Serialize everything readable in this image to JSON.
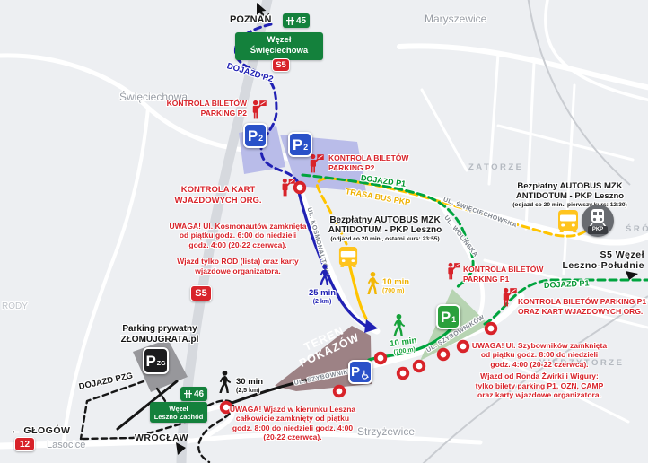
{
  "towns": {
    "poznan": "POZNAŃ",
    "maryszewice": "Maryszewice",
    "swieciechowa": "Święciechowa",
    "strzyzewice": "Strzyżewice",
    "lasocice": "Lasocice",
    "rody": "RODY"
  },
  "districts": {
    "zatorze": "ZATORZE",
    "miedzytorze": "MIĘDZYTORZE",
    "srodmiescie": "ŚRÓDMIEŚCIE"
  },
  "streets": {
    "kosmonautow": "UL. KOSMONAUTÓW",
    "swieciechowska": "UL. ŚWIĘCIECHOWSKA",
    "wolinska": "UL. WOLIŃSKA",
    "szybownikow_sw": "UL. SZYBOWNIKÓW",
    "szybownikow_ne": "UL. SZYBOWNIKÓW"
  },
  "road_signs": {
    "motorway_north": "45",
    "motorway_south": "46",
    "s5_top": "S5",
    "s5_mid": "S5",
    "route12": "12",
    "wezel_swieciechowa": {
      "line1": "Węzeł",
      "line2": "Święciechowa"
    },
    "wezel_leszno_zachod": {
      "line1": "Węzeł",
      "line2": "Leszno Zachód"
    }
  },
  "directions": {
    "glogow_arrow": "←",
    "glogow": "GŁOGÓW",
    "wroclaw": "WROCŁAW",
    "s5_poludnie": {
      "line1": "S5 Węzeł",
      "line2": "Leszno-Południe"
    }
  },
  "route_labels": {
    "dojazd_p2": "DOJAZD P2",
    "dojazd_p1_nw": "DOJAZD P1",
    "dojazd_p1_se": "DOJAZD P1",
    "trasa_bus_pkp": "TRASA BUS PKP",
    "dojazd_pzg": "DOJAZD PZG"
  },
  "checkpoints": {
    "p2_west": {
      "line1": "KONTROLA BILETÓW",
      "line2": "PARKING P2"
    },
    "p2_east": {
      "line1": "KONTROLA BILETÓW",
      "line2": "PARKING P2"
    },
    "kart_org": {
      "line1": "KONTROLA KART",
      "line2": "WJAZDOWYCH ORG."
    },
    "p1_north": {
      "line1": "KONTROLA BILETÓW",
      "line2": "PARKING P1"
    },
    "p1_south": {
      "line1": "KONTROLA BILETÓW PARKING P1",
      "line2": "ORAZ KART WJAZDOWYCH ORG."
    }
  },
  "bus_info_center": {
    "line1": "Bezpłatny AUTOBUS MZK",
    "line2": "ANTIDOTUM - PKP Leszno",
    "note": "(odjazd co 20 min., ostatni kurs: 23:55)"
  },
  "bus_info_station": {
    "line1": "Bezpłatny AUTOBUS MZK",
    "line2": "ANTIDOTUM - PKP Leszno",
    "note": "(odjazd co 20 min., pierwszy kurs: 12:30)"
  },
  "notices": {
    "kosmonautow": {
      "lines": [
        "UWAGA! Ul. Kosmonautów zamknięta",
        "od piątku godz. 6:00 do niedzieli",
        "godz. 4:00 (20-22 czerwca)."
      ],
      "extra": [
        "Wjazd tylko ROD (lista) oraz karty",
        "wjazdowe organizatora."
      ]
    },
    "szybownikow": {
      "lines": [
        "UWAGA! Ul. Szybowników zamknięta",
        "od piątku godz. 8:00 do niedzieli",
        "godz. 4:00 (20-22 czerwca)."
      ],
      "extra": [
        "Wjazd od Ronda Żwirki i Wigury:",
        "tylko bilety parking P1, OZN, CAMP",
        "oraz karty wjazdowe organizatora."
      ]
    },
    "leszno_entry": {
      "lines": [
        "UWAGA! Wjazd w kierunku Leszna",
        "całkowicie zamknięty od piątku",
        "godz. 8:00 do niedzieli godz. 4:00",
        "(20-22 czerwca)."
      ]
    }
  },
  "walks": {
    "p2_blue": {
      "time": "25 min",
      "dist": "(2 km)"
    },
    "bus_yellow": {
      "time": "10 min",
      "dist": "(700 m)"
    },
    "p1_green": {
      "time": "10 min",
      "dist": "(700 m)"
    },
    "pzg_black": {
      "time": "30 min",
      "dist": "(2,5 km)"
    }
  },
  "parkings": {
    "p2_a": {
      "letter": "P",
      "sub": "2"
    },
    "p2_b": {
      "letter": "P",
      "sub": "2"
    },
    "p1": {
      "letter": "P",
      "sub": "1"
    },
    "pzg": {
      "letter": "P",
      "sub": "ZG"
    },
    "disabled": {
      "letter": "P"
    }
  },
  "private_parking": {
    "line1": "Parking prywatny",
    "line2": "ZŁOMUJGRATA.pl"
  },
  "event_area": {
    "line1": "TEREN",
    "line2": "POKAZÓW"
  },
  "station": {
    "label": "PKP"
  },
  "colors": {
    "red": "#d8232a",
    "route_blue": "#2121b4",
    "parking_blue": "#2a51c8",
    "route_green": "#00a43e",
    "sign_green": "#14813c",
    "route_yellow": "#ffc400",
    "yellow_text": "#eeb000",
    "area_p2": "#b9bce9",
    "area_p1": "#b7d4b2",
    "area_event": "#9d8285",
    "area_pzg": "#97979b"
  }
}
